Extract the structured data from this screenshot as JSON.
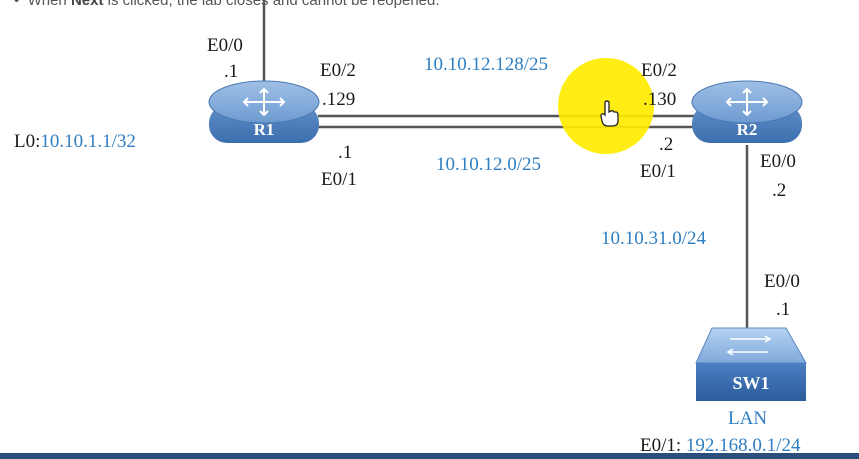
{
  "instruction": {
    "prefix": "When ",
    "bold": "Next",
    "suffix": " is clicked, the lab closes and cannot be reopened."
  },
  "r1": {
    "name": "R1",
    "loopback_prefix": "L0:",
    "loopback_ip": "10.10.1.1/32",
    "e00_label": "E0/0",
    "e00_host": ".1",
    "e02_label": "E0/2",
    "e02_host": ".129",
    "e01_host": ".1",
    "e01_label": "E0/1"
  },
  "r2": {
    "name": "R2",
    "e02_label": "E0/2",
    "e02_host": ".130",
    "e01_host": ".2",
    "e01_label": "E0/1",
    "e00_label": "E0/0",
    "e00_host": ".2"
  },
  "sw1": {
    "name": "SW1",
    "e00_label": "E0/0",
    "e00_host": ".1",
    "lan_label": "LAN",
    "e01_prefix": "E0/1: ",
    "e01_ip": "192.168.0.1/24"
  },
  "subnets": {
    "top_link": "10.10.12.128/25",
    "bottom_link": "10.10.12.0/25",
    "r2_sw1": "10.10.31.0/24"
  },
  "colors": {
    "router_fill": "#5b8cc6",
    "switch_fill": "#3f74b8",
    "link": "#555555",
    "accent_blue": "#2f7ec1",
    "highlight": "#ffec00"
  }
}
